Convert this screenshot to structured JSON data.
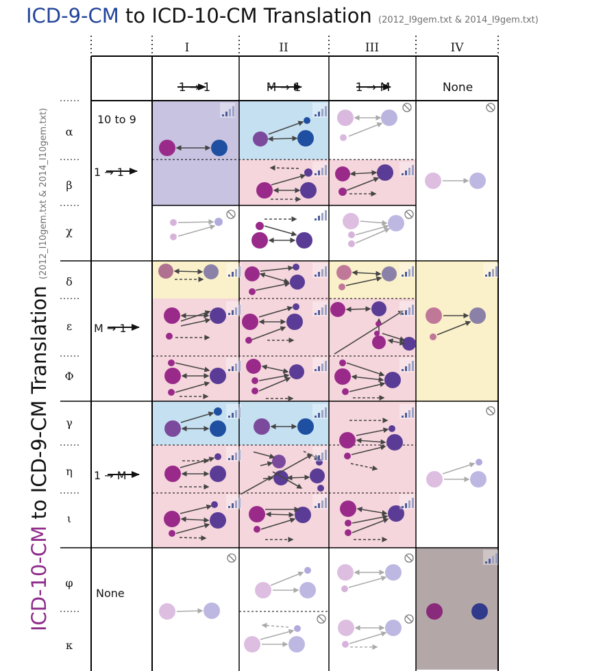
{
  "title": {
    "icd9": "ICD-9-CM",
    "rest": " to ICD-10-CM Translation ",
    "sources": "(2012_I9gem.txt & 2014_I9gem.txt)"
  },
  "side_title": {
    "icd10": "ICD-10-CM",
    "rest": " to ICD-9-CM Translation ",
    "sources": "(2012_I10gem.txt & 2014_I10gem.txt)"
  },
  "columns": [
    {
      "roman": "I",
      "mapping": "1 → 1"
    },
    {
      "roman": "II",
      "mapping": "M → 1"
    },
    {
      "roman": "III",
      "mapping": "1 → M"
    },
    {
      "roman": "IV",
      "mapping": "None"
    }
  ],
  "row_groups": [
    {
      "label": "10 to 9",
      "mapping": "1 → 1"
    },
    {
      "mapping": "M → 1"
    },
    {
      "mapping": "1 → M"
    },
    {
      "mapping": "None"
    }
  ],
  "rows": [
    "α",
    "β",
    "χ",
    "δ",
    "ε",
    "Φ",
    "γ",
    "η",
    "ι",
    "φ",
    "κ"
  ],
  "colors": {
    "icd9_title": "#23449a",
    "icd10_title": "#8e2a8a",
    "cell_purple": "#c8c3e1",
    "cell_blue": "#c5e0f1",
    "cell_pink": "#f5d6dc",
    "cell_yellow": "#faf0c9",
    "cell_taupe": "#b4a7a8"
  }
}
